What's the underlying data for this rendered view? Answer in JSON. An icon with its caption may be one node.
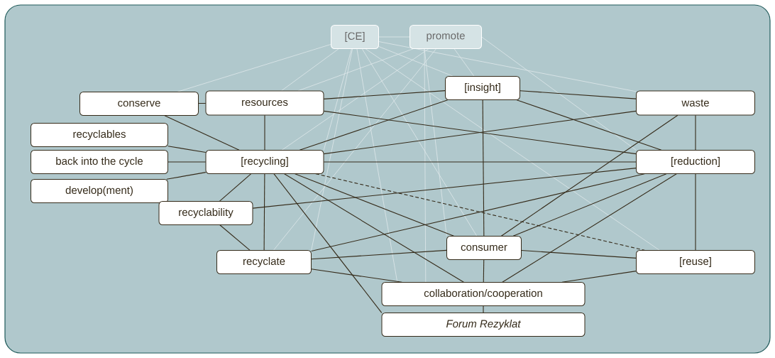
{
  "diagram": {
    "nodes": [
      {
        "text": [
          "[CE]"
        ]
      },
      {
        "text": [
          "promote"
        ]
      },
      {
        "text": [
          "conserve"
        ]
      },
      {
        "text": [
          "resources"
        ]
      },
      {
        "text": [
          "[insight]"
        ]
      },
      {
        "text": [
          "waste"
        ]
      },
      {
        "text": [
          "recyclables"
        ]
      },
      {
        "text": [
          "back into the cycle"
        ]
      },
      {
        "text": [
          "[recycling]"
        ]
      },
      {
        "text": [
          "[reduction]"
        ]
      },
      {
        "text": [
          "develop(ment)"
        ]
      },
      {
        "text": [
          "recyclability"
        ]
      },
      {
        "text": [
          "consumer"
        ]
      },
      {
        "text": [
          "recyclate"
        ]
      },
      {
        "text": [
          "[reuse]"
        ]
      },
      {
        "text": [
          "collaboration/cooperation"
        ]
      },
      {
        "text": [
          "Forum Rezyklat"
        ]
      }
    ],
    "edges": [
      {
        "from": 0,
        "to": 1,
        "arrow": "none",
        "color": "#dfe9eb"
      },
      {
        "from": 0,
        "to": 2,
        "arrow": "none",
        "color": "#dfe9eb"
      },
      {
        "from": 0,
        "to": 3,
        "arrow": "none",
        "color": "#dfe9eb"
      },
      {
        "from": 0,
        "to": 8,
        "arrow": "none",
        "color": "#dfe9eb"
      },
      {
        "from": 0,
        "to": 13,
        "arrow": "none",
        "color": "#dfe9eb"
      },
      {
        "from": 0,
        "to": 4,
        "arrow": "none",
        "color": "#dfe9eb"
      },
      {
        "from": 0,
        "to": 12,
        "arrow": "none",
        "color": "#dfe9eb"
      },
      {
        "from": 0,
        "to": 15,
        "arrow": "none",
        "color": "#dfe9eb"
      },
      {
        "from": 0,
        "to": 5,
        "arrow": "none",
        "color": "#dfe9eb"
      },
      {
        "from": 0,
        "to": 14,
        "arrow": "none",
        "color": "#dfe9eb"
      },
      {
        "from": 1,
        "to": 3,
        "arrow": "none",
        "color": "#dfe9eb"
      },
      {
        "from": 1,
        "to": 8,
        "arrow": "none",
        "color": "#dfe9eb"
      },
      {
        "from": 1,
        "to": 13,
        "arrow": "none",
        "color": "#dfe9eb"
      },
      {
        "from": 1,
        "to": 12,
        "arrow": "none",
        "color": "#dfe9eb"
      },
      {
        "from": 1,
        "to": 15,
        "arrow": "none",
        "color": "#dfe9eb"
      },
      {
        "from": 1,
        "to": 4,
        "arrow": "none",
        "color": "#dfe9eb"
      },
      {
        "from": 1,
        "to": 9,
        "arrow": "none",
        "color": "#dfe9eb"
      },
      {
        "from": 2,
        "to": 3,
        "arrow": "none"
      },
      {
        "from": 2,
        "to": 8,
        "arrow": "none"
      },
      {
        "from": 6,
        "to": 8,
        "arrow": "none"
      },
      {
        "from": 7,
        "to": 8,
        "arrow": "none"
      },
      {
        "from": 10,
        "to": 8,
        "arrow": "none"
      },
      {
        "from": 3,
        "to": 8,
        "arrow": "none"
      },
      {
        "from": 3,
        "to": 4,
        "arrow": "none"
      },
      {
        "from": 3,
        "to": 9,
        "arrow": "none"
      },
      {
        "from": 8,
        "to": 4,
        "arrow": "none"
      },
      {
        "from": 8,
        "to": 5,
        "arrow": "none"
      },
      {
        "from": 8,
        "to": 9,
        "arrow": "none"
      },
      {
        "from": 8,
        "to": 14,
        "arrow": "none",
        "style": "dashed"
      },
      {
        "from": 8,
        "to": 11,
        "arrow": "none"
      },
      {
        "from": 8,
        "to": 13,
        "arrow": "none"
      },
      {
        "from": 8,
        "to": 16,
        "arrow": "none"
      },
      {
        "from": 8,
        "to": 15,
        "arrow": "none"
      },
      {
        "from": 8,
        "to": 12,
        "arrow": "none"
      },
      {
        "from": 11,
        "to": 13,
        "arrow": "none"
      },
      {
        "from": 11,
        "to": 9,
        "arrow": "none"
      },
      {
        "from": 4,
        "to": 5,
        "arrow": "none"
      },
      {
        "from": 4,
        "to": 9,
        "arrow": "none"
      },
      {
        "from": 4,
        "to": 12,
        "arrow": "none"
      },
      {
        "from": 5,
        "to": 9,
        "arrow": "none"
      },
      {
        "from": 5,
        "to": 12,
        "arrow": "none"
      },
      {
        "from": 13,
        "to": 9,
        "arrow": "none"
      },
      {
        "from": 13,
        "to": 12,
        "arrow": "none"
      },
      {
        "from": 13,
        "to": 15,
        "arrow": "none"
      },
      {
        "from": 12,
        "to": 9,
        "arrow": "none"
      },
      {
        "from": 15,
        "to": 9,
        "arrow": "none"
      },
      {
        "from": 9,
        "to": 14,
        "arrow": "none"
      },
      {
        "from": 12,
        "to": 14,
        "arrow": "none"
      },
      {
        "from": 12,
        "to": 15,
        "arrow": "none"
      },
      {
        "from": 14,
        "to": 15,
        "arrow": "none"
      },
      {
        "from": 15,
        "to": 16,
        "arrow": "none"
      }
    ]
  }
}
